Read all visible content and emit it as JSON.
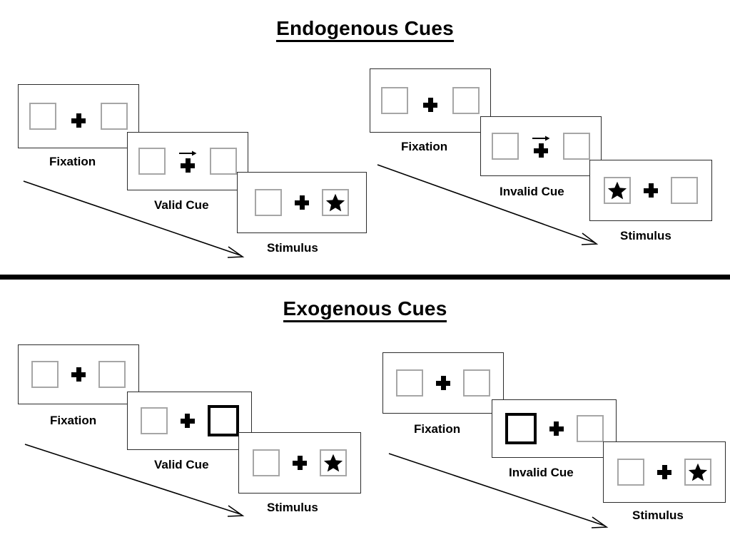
{
  "sections": [
    {
      "id": "endogenous",
      "title": "Endogenous Cues",
      "columns": [
        {
          "id": "endogenous-valid",
          "steps": [
            {
              "caption": "Fixation",
              "cue_type": "none",
              "cue_side": "none",
              "target_side": "none"
            },
            {
              "caption": "Valid Cue",
              "cue_type": "arrow",
              "cue_side": "right",
              "target_side": "none"
            },
            {
              "caption": "Stimulus",
              "cue_type": "none",
              "cue_side": "none",
              "target_side": "right"
            }
          ]
        },
        {
          "id": "endogenous-invalid",
          "steps": [
            {
              "caption": "Fixation",
              "cue_type": "none",
              "cue_side": "none",
              "target_side": "none"
            },
            {
              "caption": "Invalid Cue",
              "cue_type": "arrow",
              "cue_side": "right",
              "target_side": "none"
            },
            {
              "caption": "Stimulus",
              "cue_type": "none",
              "cue_side": "none",
              "target_side": "left"
            }
          ]
        }
      ]
    },
    {
      "id": "exogenous",
      "title": "Exogenous Cues",
      "columns": [
        {
          "id": "exogenous-valid",
          "steps": [
            {
              "caption": "Fixation",
              "cue_type": "none",
              "cue_side": "none",
              "target_side": "none"
            },
            {
              "caption": "Valid Cue",
              "cue_type": "box-flash",
              "cue_side": "right",
              "target_side": "none"
            },
            {
              "caption": "Stimulus",
              "cue_type": "none",
              "cue_side": "none",
              "target_side": "right"
            }
          ]
        },
        {
          "id": "exogenous-invalid",
          "steps": [
            {
              "caption": "Fixation",
              "cue_type": "none",
              "cue_side": "none",
              "target_side": "none"
            },
            {
              "caption": "Invalid Cue",
              "cue_type": "box-flash",
              "cue_side": "left",
              "target_side": "none"
            },
            {
              "caption": "Stimulus",
              "cue_type": "none",
              "cue_side": "none",
              "target_side": "right"
            }
          ]
        }
      ]
    }
  ],
  "labels": {
    "endogenous_title": "Endogenous Cues",
    "exogenous_title": "Exogenous Cues",
    "fixation": "Fixation",
    "valid_cue": "Valid Cue",
    "invalid_cue": "Invalid Cue",
    "stimulus": "Stimulus"
  },
  "icons": {
    "arrow_cue": "right-arrow-cue-icon",
    "fixation_cross": "fixation-cross-icon",
    "target_star": "star-target-icon",
    "time_arrow": "time-progression-arrow-icon"
  },
  "colors": {
    "ink": "#000000",
    "panel_border": "#2b2b2b",
    "box_border": "#a6a6a6",
    "cued_box_border": "#000000",
    "background": "#ffffff"
  }
}
